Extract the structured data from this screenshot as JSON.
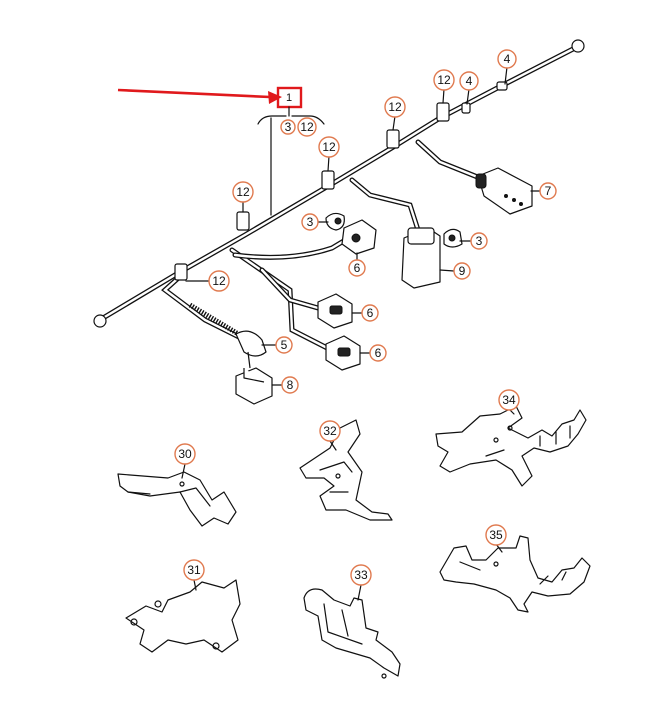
{
  "diagram": {
    "highlight_color": "#e0191c",
    "callout_color": "#e07a4f",
    "group_label": "1",
    "group_sub_labels": [
      "3",
      "12"
    ],
    "callouts": [
      {
        "id": "c-4a",
        "label": "4"
      },
      {
        "id": "c-4b",
        "label": "4"
      },
      {
        "id": "c-12a",
        "label": "12"
      },
      {
        "id": "c-12b",
        "label": "12"
      },
      {
        "id": "c-12c",
        "label": "12"
      },
      {
        "id": "c-12d",
        "label": "12"
      },
      {
        "id": "c-12e",
        "label": "12"
      },
      {
        "id": "c-7",
        "label": "7"
      },
      {
        "id": "c-3a",
        "label": "3"
      },
      {
        "id": "c-3b",
        "label": "3"
      },
      {
        "id": "c-6a",
        "label": "6"
      },
      {
        "id": "c-6b",
        "label": "6"
      },
      {
        "id": "c-6c",
        "label": "6"
      },
      {
        "id": "c-9",
        "label": "9"
      },
      {
        "id": "c-5",
        "label": "5"
      },
      {
        "id": "c-8",
        "label": "8"
      },
      {
        "id": "c-30",
        "label": "30"
      },
      {
        "id": "c-31",
        "label": "31"
      },
      {
        "id": "c-32",
        "label": "32"
      },
      {
        "id": "c-33",
        "label": "33"
      },
      {
        "id": "c-34",
        "label": "34"
      },
      {
        "id": "c-35",
        "label": "35"
      }
    ]
  }
}
